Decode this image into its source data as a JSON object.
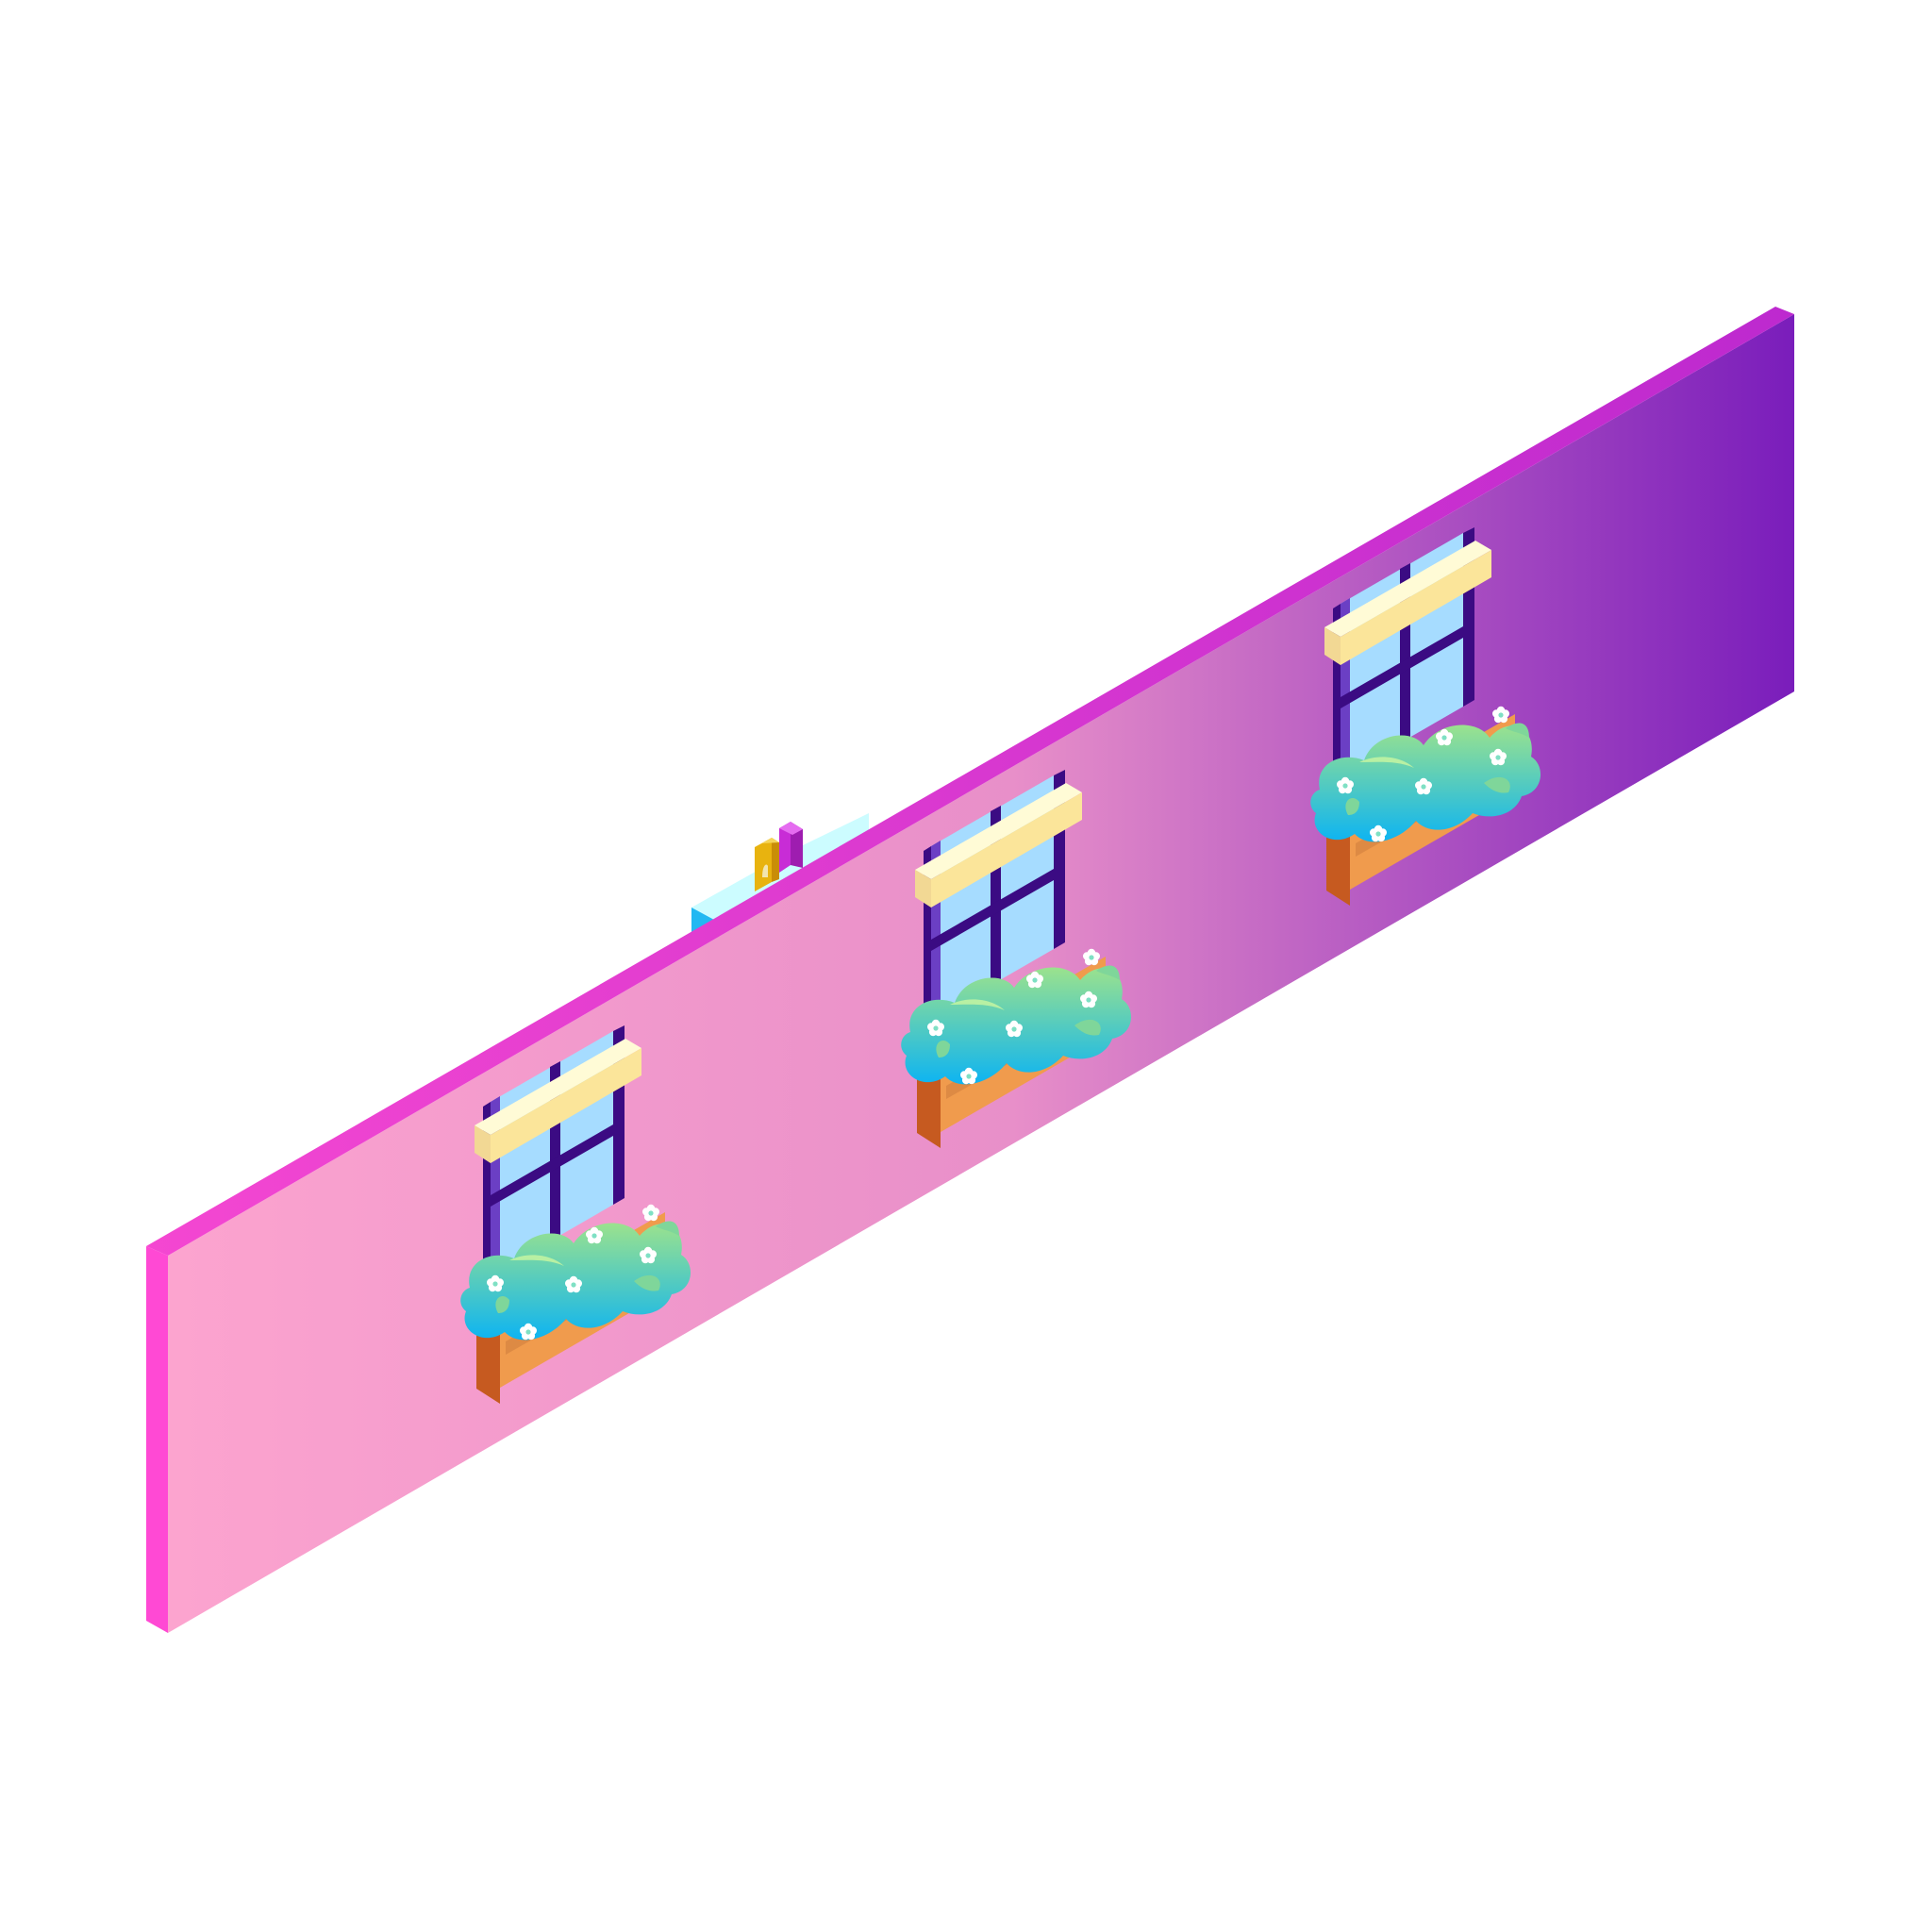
{
  "scene": {
    "subject": "isometric-wall-with-windows",
    "window_count": 3,
    "flowers_per_box": 6,
    "colors": {
      "background": "#ffffff",
      "wall_left": "#fca4cf",
      "wall_middle": "#e88fc9",
      "wall_right": "#7a1dbb",
      "wall_top_edge_left": "#f447d1",
      "wall_top_edge_right": "#bd29cf",
      "wall_side": "#ff49d4",
      "window_frame": "#3b0b83",
      "window_glass": "#a6dcff",
      "window_lintel": "#fffbd6",
      "window_lintel_shadow": "#f2d894",
      "planter": "#f09b4d",
      "planter_shadow": "#c65a20",
      "foliage_top": "#9be28d",
      "foliage_bottom": "#0db4f2",
      "flower": "#ffffff",
      "shelf": "#ccfcff",
      "book_gold": "#e8b30f",
      "book_purple": "#c82cd6"
    }
  }
}
